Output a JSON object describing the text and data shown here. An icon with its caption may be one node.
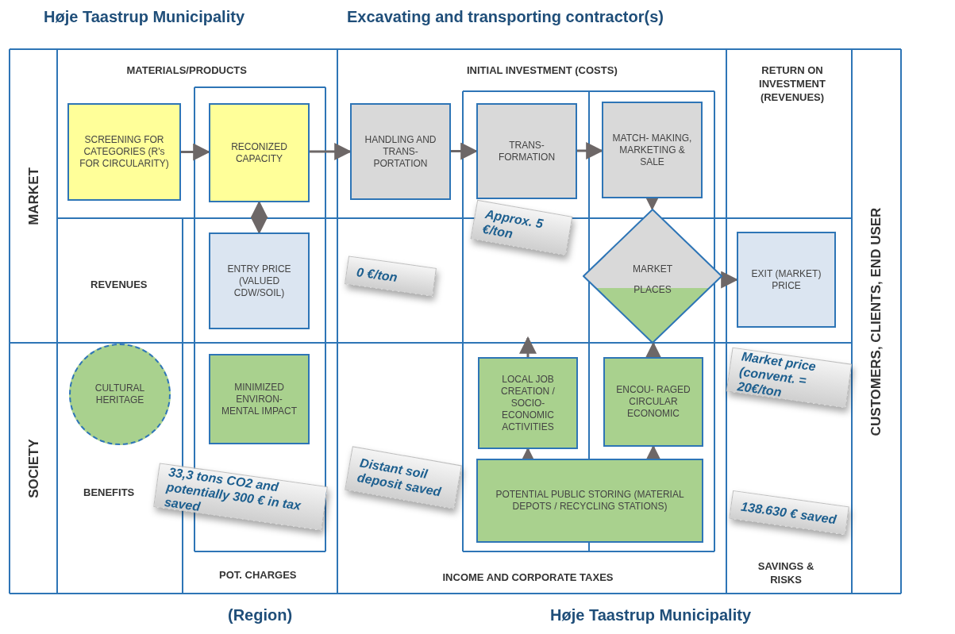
{
  "diagram": {
    "nodes": [
      {
        "text": [
          "SCREENING FOR CATEGORIES (R's FOR CIRCULARITY)"
        ]
      },
      {
        "text": [
          "RECONIZED CAPACITY"
        ]
      },
      {
        "text": [
          "HANDLING AND TRANS- PORTATION"
        ]
      },
      {
        "text": [
          "TRANS- FORMATION"
        ]
      },
      {
        "text": [
          "MATCH- MAKING, MARKETING & SALE"
        ]
      },
      {
        "text": [
          "ENTRY PRICE (VALUED CDW/SOIL)"
        ]
      },
      {
        "text": [
          "MARKET PLACES"
        ]
      },
      {
        "text": [
          "EXIT (MARKET) PRICE"
        ]
      },
      {
        "text": [
          "CULTURAL HERITAGE"
        ]
      },
      {
        "text": [
          "MINIMIZED ENVIRON- MENTAL IMPACT"
        ]
      },
      {
        "text": [
          "LOCAL JOB CREATION / SOCIO- ECONOMIC ACTIVITIES"
        ]
      },
      {
        "text": [
          "ENCOU- RAGED CIRCULAR ECONOMIC"
        ]
      },
      {
        "text": [
          "POTENTIAL PUBLIC STORING (MATERIAL DEPOTS / RECYCLING STATIONS)"
        ]
      },
      {
        "text": [
          "Approx. 5 €/ton"
        ]
      },
      {
        "text": [
          "0 €/ton"
        ]
      },
      {
        "text": [
          "Market price (convent. = 20€/ton"
        ]
      },
      {
        "text": [
          "33,3 tons CO2 and potentially 300 € in tax saved"
        ]
      },
      {
        "text": [
          "Distant soil deposit saved"
        ]
      },
      {
        "text": [
          "138.630 € saved"
        ]
      }
    ],
    "edges": [
      {
        "from": 0,
        "to": 1,
        "arrow": "to"
      },
      {
        "from": 1,
        "to": 2,
        "arrow": "to"
      },
      {
        "from": 2,
        "to": 3,
        "arrow": "to"
      },
      {
        "from": 3,
        "to": 4,
        "arrow": "to"
      },
      {
        "from": 1,
        "to": 5,
        "arrow": "both"
      },
      {
        "from": 4,
        "to": 6,
        "arrow": "to"
      },
      {
        "from": 6,
        "to": 7,
        "arrow": "to"
      },
      {
        "from": 10,
        "to": null,
        "arrow": "to"
      },
      {
        "from": 11,
        "to": 6,
        "arrow": "to"
      },
      {
        "from": 12,
        "to": 10,
        "arrow": "to"
      },
      {
        "from": 12,
        "to": 11,
        "arrow": "to"
      }
    ],
    "labels": [
      "Høje Taastrup Municipality",
      "Excavating and transporting contractor(s)",
      "MATERIALS/PRODUCTS",
      "INITIAL INVESTMENT (COSTS)",
      "RETURN ON INVESTMENT (REVENUES)",
      "MARKET",
      "REVENUES",
      "CUSTOMERS, CLIENTS, END USER",
      "SOCIETY",
      "BENEFITS",
      "POT. CHARGES",
      "INCOME AND CORPORATE TAXES",
      "SAVINGS & RISKS",
      "(Region)",
      "Høje Taastrup Municipality"
    ]
  }
}
